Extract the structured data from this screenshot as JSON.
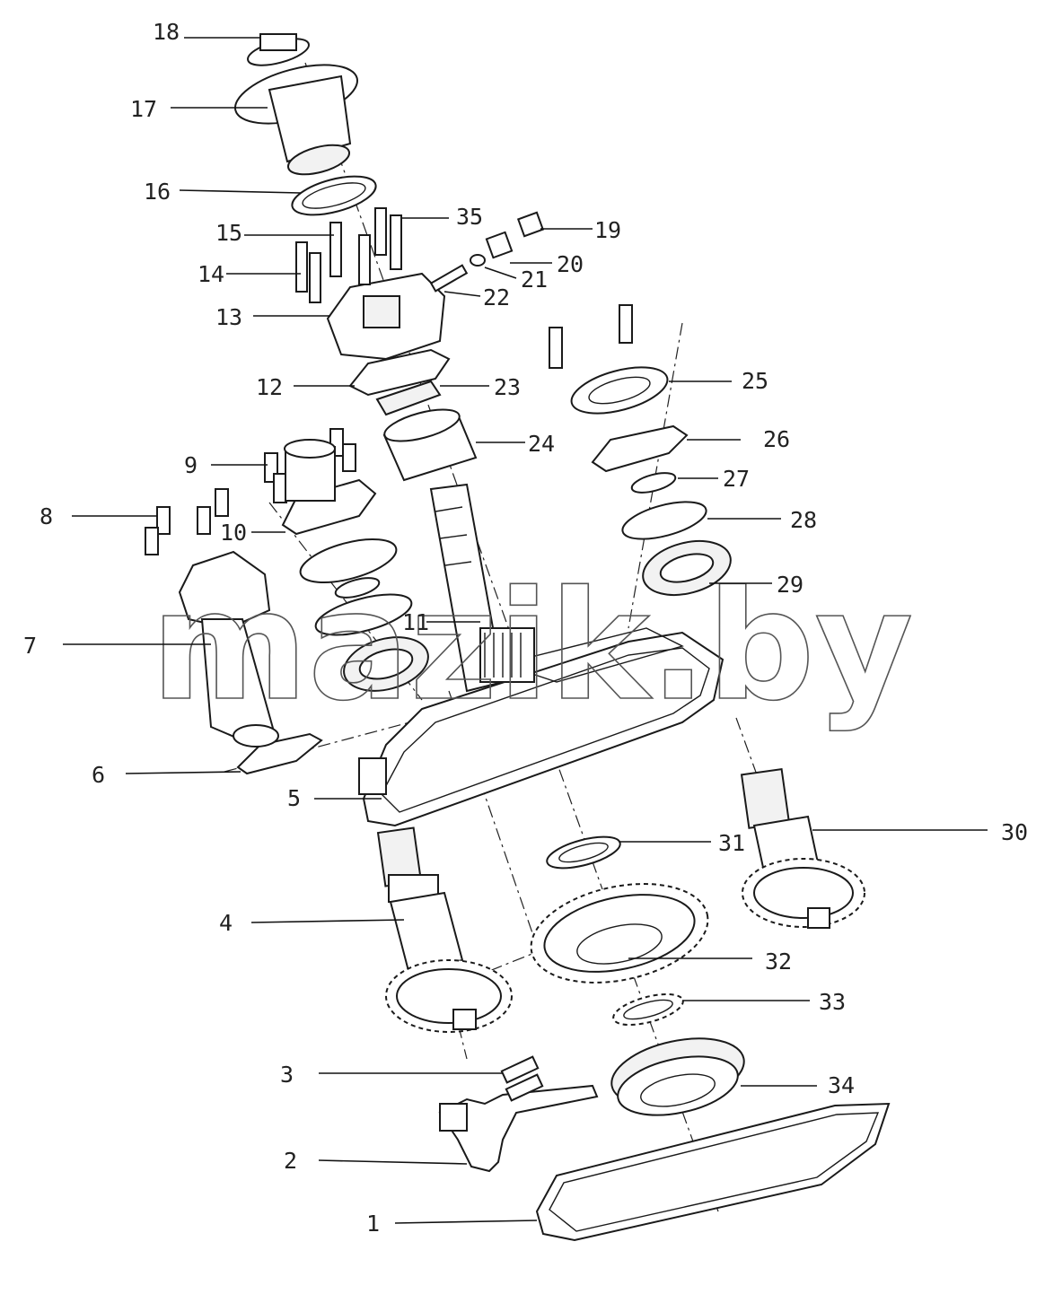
{
  "callouts": [
    {
      "id": "1",
      "text": "1"
    },
    {
      "id": "2",
      "text": "2"
    },
    {
      "id": "3",
      "text": "3"
    },
    {
      "id": "4",
      "text": "4"
    },
    {
      "id": "5",
      "text": "5"
    },
    {
      "id": "6",
      "text": "6"
    },
    {
      "id": "7",
      "text": "7"
    },
    {
      "id": "8",
      "text": "8"
    },
    {
      "id": "9",
      "text": "9"
    },
    {
      "id": "10",
      "text": "10"
    },
    {
      "id": "11",
      "text": "11"
    },
    {
      "id": "12",
      "text": "12"
    },
    {
      "id": "13",
      "text": "13"
    },
    {
      "id": "14",
      "text": "14"
    },
    {
      "id": "15",
      "text": "15"
    },
    {
      "id": "16",
      "text": "16"
    },
    {
      "id": "17",
      "text": "17"
    },
    {
      "id": "18",
      "text": "18"
    },
    {
      "id": "19",
      "text": "19"
    },
    {
      "id": "20",
      "text": "20"
    },
    {
      "id": "21",
      "text": "21"
    },
    {
      "id": "22",
      "text": "22"
    },
    {
      "id": "23",
      "text": "23"
    },
    {
      "id": "24",
      "text": "24"
    },
    {
      "id": "25",
      "text": "25"
    },
    {
      "id": "26",
      "text": "26"
    },
    {
      "id": "27",
      "text": "27"
    },
    {
      "id": "28",
      "text": "28"
    },
    {
      "id": "29",
      "text": "29"
    },
    {
      "id": "30",
      "text": "30"
    },
    {
      "id": "31",
      "text": "31"
    },
    {
      "id": "32",
      "text": "32"
    },
    {
      "id": "33",
      "text": "33"
    },
    {
      "id": "34",
      "text": "34"
    },
    {
      "id": "35",
      "text": "35"
    }
  ],
  "watermark": "mazik.by"
}
